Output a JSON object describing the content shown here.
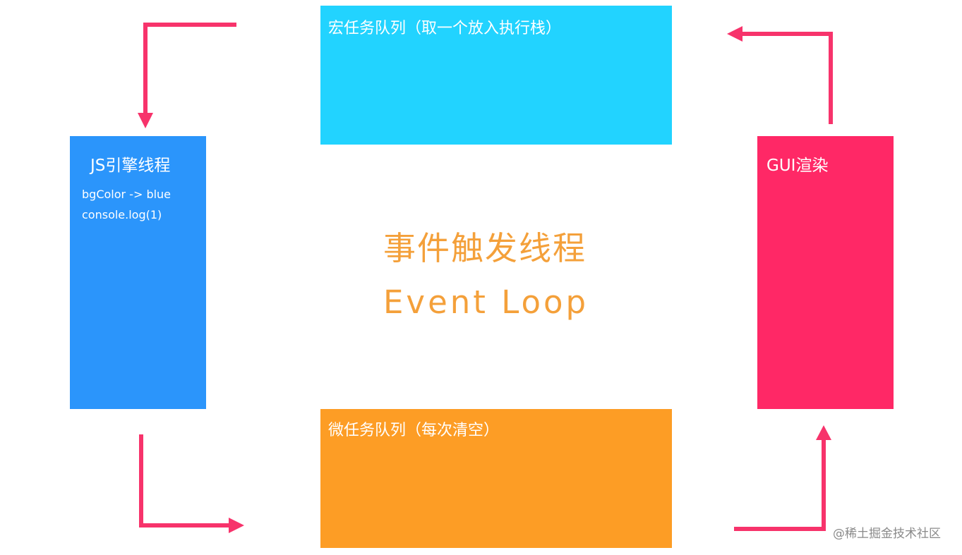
{
  "colors": {
    "macro_box": "#22d3ff",
    "micro_box": "#fd9d25",
    "js_box": "#2b95fb",
    "gui_box": "#ff2866",
    "center_text": "#f4a03a",
    "arrow": "#f7336b",
    "box_text": "#ffffff",
    "watermark": "#8a8a8a"
  },
  "macro_queue": {
    "label": "宏任务队列（取一个放入执行栈）"
  },
  "micro_queue": {
    "label": "微任务队列（每次清空）"
  },
  "js_engine": {
    "title": "JS引擎线程",
    "lines": [
      "bgColor -> blue",
      "console.log(1)"
    ]
  },
  "gui_render": {
    "title": "GUI渲染"
  },
  "center": {
    "title": "事件触发线程",
    "subtitle": "Event Loop"
  },
  "watermark": {
    "text": "@稀土掘金技术社区"
  },
  "arrows": [
    {
      "name": "arrow-macro-to-js",
      "icon": "elbow-arrow-down-icon"
    },
    {
      "name": "arrow-js-to-micro",
      "icon": "elbow-arrow-right-icon"
    },
    {
      "name": "arrow-micro-to-gui",
      "icon": "elbow-arrow-up-icon"
    },
    {
      "name": "arrow-gui-to-macro",
      "icon": "elbow-arrow-left-icon"
    }
  ]
}
